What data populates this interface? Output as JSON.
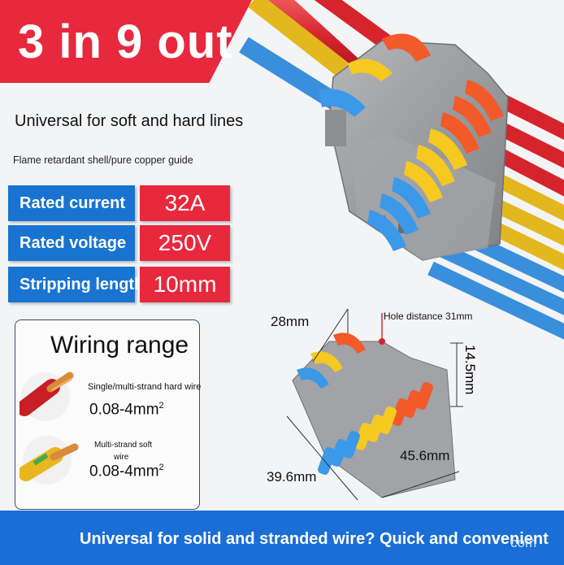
{
  "title": "3 in 9 out",
  "subtitle": "Universal for soft and hard lines",
  "feature_note": "Flame retardant shell/pure copper guide",
  "specs": [
    {
      "label": "Rated current",
      "value": "32A"
    },
    {
      "label": "Rated voltage",
      "value": "250V"
    },
    {
      "label": "Stripping length",
      "value": "10mm"
    }
  ],
  "wiring": {
    "title": "Wiring range",
    "items": [
      {
        "caption": "Single/multi-strand hard wire",
        "range": "0.08-4mm",
        "sup": "2",
        "wire_color": "red"
      },
      {
        "caption_line1": "Multi-strand soft",
        "caption_line2": "wire",
        "range": "0.08-4mm",
        "sup": "2",
        "wire_color": "yellow"
      }
    ]
  },
  "dimensions": {
    "depth": "28mm",
    "hole_distance": "Hole distance 31mm",
    "height": "14.5mm",
    "length": "45.6mm",
    "width": "39.6mm"
  },
  "footer": "Universal for solid and stranded wire? Quick and convenient",
  "watermark": "com",
  "colors": {
    "red": "#e8283d",
    "blue": "#1874d0",
    "bar": "#1a6ed6",
    "orange_lever": "#f25a2a",
    "yellow_lever": "#f6c921",
    "blue_lever": "#3c98e8",
    "housing": "#9a9ca0"
  }
}
